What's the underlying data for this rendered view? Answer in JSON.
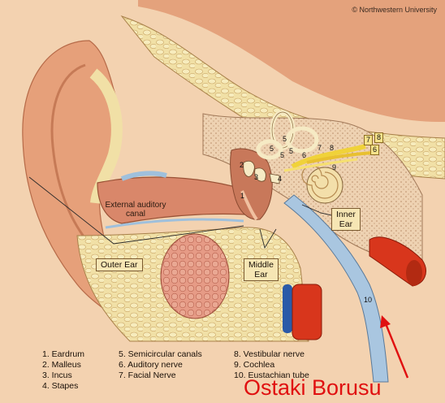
{
  "copyright": "© Northwestern University",
  "regions": {
    "outer_ear": "Outer Ear",
    "middle_ear_line1": "Middle",
    "middle_ear_line2": "Ear",
    "inner_ear_line1": "Inner",
    "inner_ear_line2": "Ear"
  },
  "canal": {
    "line1": "External auditory",
    "line2": "canal"
  },
  "numbers": {
    "n1": "1",
    "n2": "2",
    "n3": "3",
    "n4": "4",
    "n5a": "5",
    "n5b": "5",
    "n5c": "5",
    "n5d": "5",
    "n6a": "6",
    "n6b": "6",
    "n7a": "7",
    "n7b": "7",
    "n8a": "8",
    "n8b": "8",
    "n9": "9",
    "n10": "10"
  },
  "legend": {
    "col1": [
      "1. Eardrum",
      "2. Malleus",
      "3. Incus",
      "4. Stapes"
    ],
    "col2": [
      "5. Semicircular canals",
      "6. Auditory nerve",
      "7. Facial Nerve"
    ],
    "col3": [
      "8. Vestibular nerve",
      "9. Cochlea",
      "10. Eustachian tube"
    ]
  },
  "overlay_label": "Ostaki Borusu",
  "colors": {
    "background": "#f3d2b0",
    "skin": "#e8a77f",
    "bone": "#f1e0a6",
    "canal": "#d9876a",
    "vessel": "#d8361c",
    "overlay": "#e01010"
  }
}
